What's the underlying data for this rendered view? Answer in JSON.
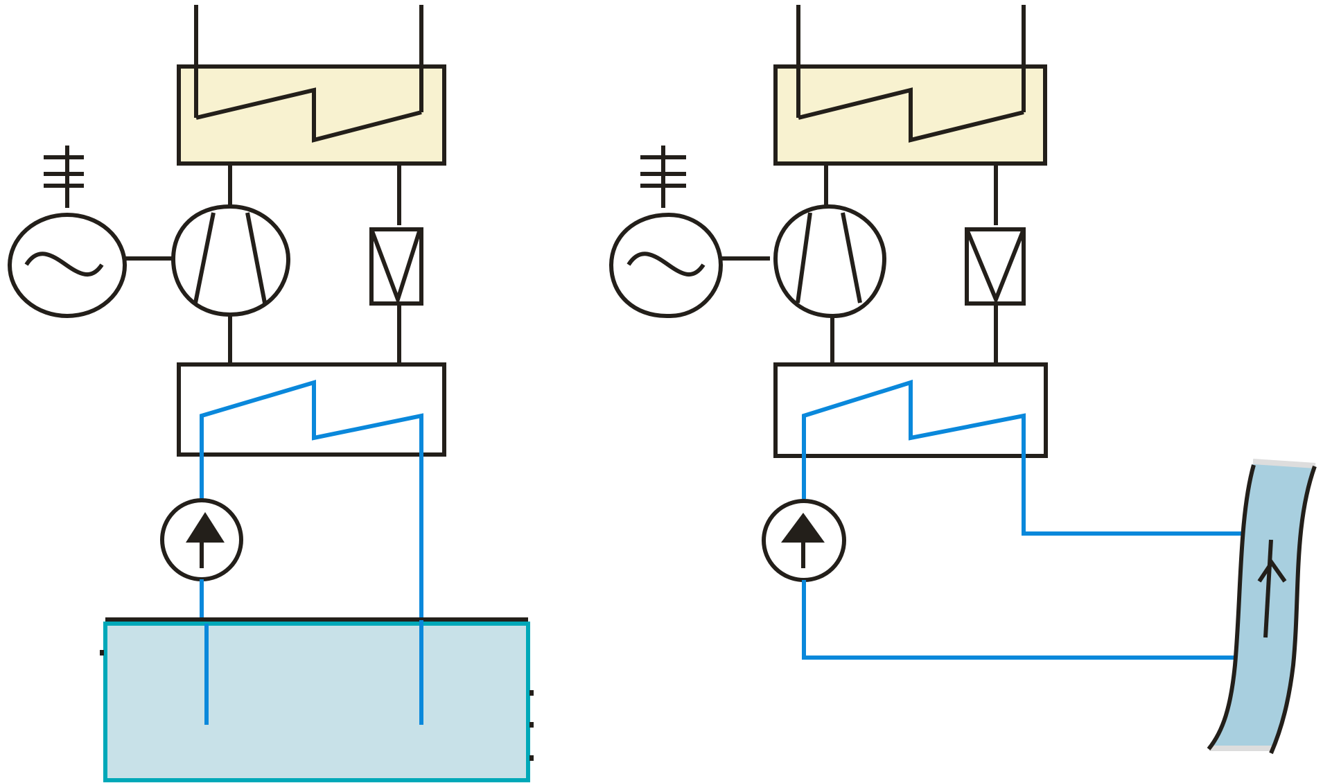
{
  "diagram": {
    "description_visible_text": "",
    "colors": {
      "line": "#231f1a",
      "water_pipe": "#0a88db",
      "condenser_fill": "#f8f2d0",
      "tank_fill": "#c8e1e8",
      "tank_border": "#00a8b8",
      "river_fill": "#a8cfdf",
      "river_edge": "#dddddd"
    },
    "left_system": {
      "components": [
        "condenser",
        "generator",
        "compressor",
        "expansion-valve",
        "evaporator",
        "circulation-pump",
        "groundwater-tank"
      ]
    },
    "right_system": {
      "components": [
        "condenser",
        "generator",
        "compressor",
        "expansion-valve",
        "evaporator",
        "circulation-pump",
        "river"
      ]
    }
  }
}
